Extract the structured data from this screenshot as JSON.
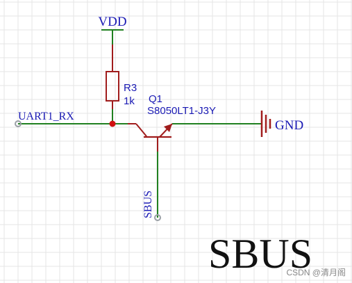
{
  "colors": {
    "wire": "#208020",
    "component": "#a01c1c",
    "net_label": "#1a1ab4",
    "designator": "#1a1ab4",
    "pin_end": "#9aa0a6",
    "junction": "#d01010",
    "grid": "#e4e4e4",
    "big_text": "#111111",
    "watermark": "#888888"
  },
  "nets": {
    "vdd": "VDD",
    "uart": "UART1_RX",
    "gnd": "GND",
    "sbus_label": "SBUS"
  },
  "resistor": {
    "designator": "R3",
    "value": "1k"
  },
  "transistor": {
    "designator": "Q1",
    "part": "S8050LT1-J3Y"
  },
  "title": "SBUS",
  "watermark": "CSDN @清月阁"
}
